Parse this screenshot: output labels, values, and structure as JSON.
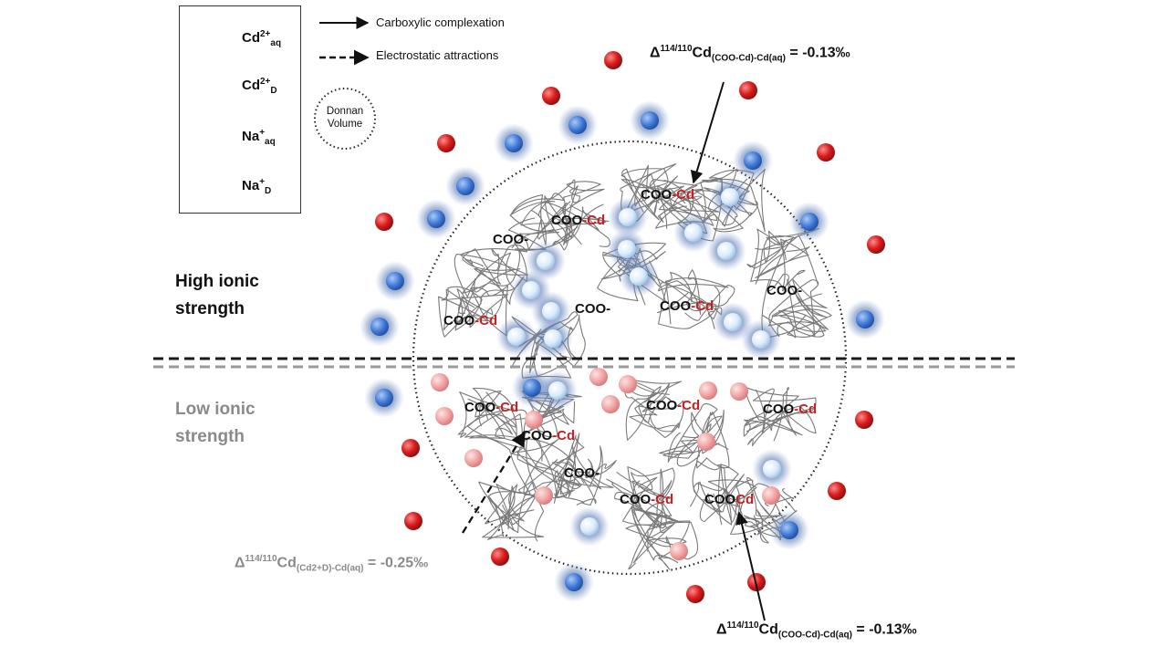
{
  "legend": {
    "cd_aq": {
      "base": "Cd",
      "sup": "2+",
      "sub": "aq"
    },
    "cd_d": {
      "base": "Cd",
      "sup": "2+",
      "sub": "D"
    },
    "na_aq": {
      "base": "Na",
      "sup": "+",
      "sub": "aq"
    },
    "na_d": {
      "base": "Na",
      "sup": "+",
      "sub": "D"
    }
  },
  "line_legend": {
    "solid": "Carboxylic complexation",
    "dashed": "Electrostatic attractions"
  },
  "donnan": {
    "line1": "Donnan",
    "line2": "Volume"
  },
  "regions": {
    "high": {
      "line1": "High ionic",
      "line2": "strength"
    },
    "low": {
      "line1": "Low ionic",
      "line2": "strength"
    }
  },
  "formulas": {
    "top": {
      "delta": "Δ",
      "sup": "114/110",
      "base": "Cd",
      "sub": "(COO-Cd)-Cd(aq)",
      "value": " = -0.13‰"
    },
    "left": {
      "delta": "Δ",
      "sup": "114/110",
      "base": "Cd",
      "sub": "(Cd2+D)-Cd(aq)",
      "value": " = -0.25‰"
    },
    "bottom": {
      "delta": "Δ",
      "sup": "114/110",
      "base": "Cd",
      "sub": "(COO-Cd)-Cd(aq)",
      "value": " = -0.13‰"
    }
  },
  "groups": {
    "coo": "COO-",
    "coo_prefix": "COO",
    "cd_suffix": "-Cd",
    "cd_suffix_short": "Cd"
  },
  "colors": {
    "cd_aq": "#d81c1c",
    "cd_d": "#f0a2a2",
    "na_aq": "#3f78d6",
    "na_d": "#dcecfb",
    "halo": "#5f7fb8",
    "cd_text": "#c62020",
    "low_label": "#8a8a8a"
  }
}
